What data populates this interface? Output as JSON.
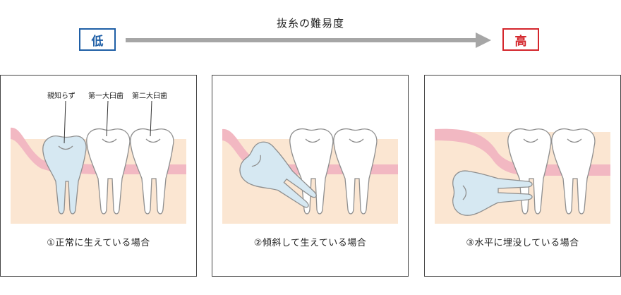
{
  "header": {
    "title": "抜糸の難易度",
    "low_label": "低",
    "high_label": "高",
    "low_color": "#1f5fa6",
    "high_color": "#d4262c",
    "arrow_color": "#a6a6a6"
  },
  "colors": {
    "gum": "#f2b8c2",
    "bone": "#fbe6d2",
    "tooth": "#ffffff",
    "wisdom_tooth": "#d6e8f2",
    "outline": "#8f8f8f"
  },
  "panels": [
    {
      "caption": "①正常に生えている場合",
      "labels": [
        "親知らず",
        "第一大臼歯",
        "第二大臼歯"
      ]
    },
    {
      "caption": "②傾斜して生えている場合"
    },
    {
      "caption": "③水平に埋没している場合"
    }
  ]
}
